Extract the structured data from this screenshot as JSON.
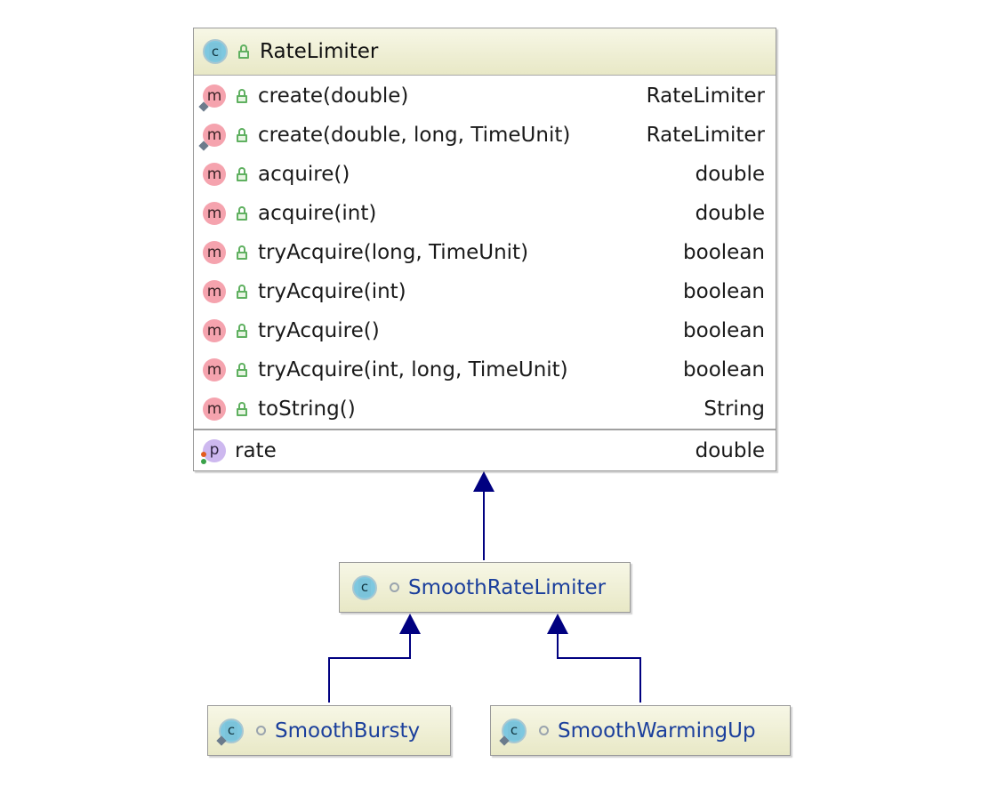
{
  "main_class": {
    "name": "RateLimiter",
    "icon": "class-icon",
    "methods": [
      {
        "name": "create(double)",
        "type": "RateLimiter",
        "static": true
      },
      {
        "name": "create(double, long, TimeUnit)",
        "type": "RateLimiter",
        "static": true
      },
      {
        "name": "acquire()",
        "type": "double",
        "static": false
      },
      {
        "name": "acquire(int)",
        "type": "double",
        "static": false
      },
      {
        "name": "tryAcquire(long, TimeUnit)",
        "type": "boolean",
        "static": false
      },
      {
        "name": "tryAcquire(int)",
        "type": "boolean",
        "static": false
      },
      {
        "name": "tryAcquire()",
        "type": "boolean",
        "static": false
      },
      {
        "name": "tryAcquire(int, long, TimeUnit)",
        "type": "boolean",
        "static": false
      },
      {
        "name": "toString()",
        "type": "String",
        "static": false
      }
    ],
    "property": {
      "name": "rate",
      "type": "double"
    }
  },
  "subclasses": {
    "smooth_rate_limiter": {
      "name": "SmoothRateLimiter"
    },
    "smooth_bursty": {
      "name": "SmoothBursty"
    },
    "smooth_warming_up": {
      "name": "SmoothWarmingUp"
    }
  },
  "colors": {
    "method_icon": "#f5a3ae",
    "property_icon": "#cdb8ef",
    "class_icon": "#7ec8e0",
    "edge": "#000080",
    "subclass_text": "#1b3f9c"
  }
}
